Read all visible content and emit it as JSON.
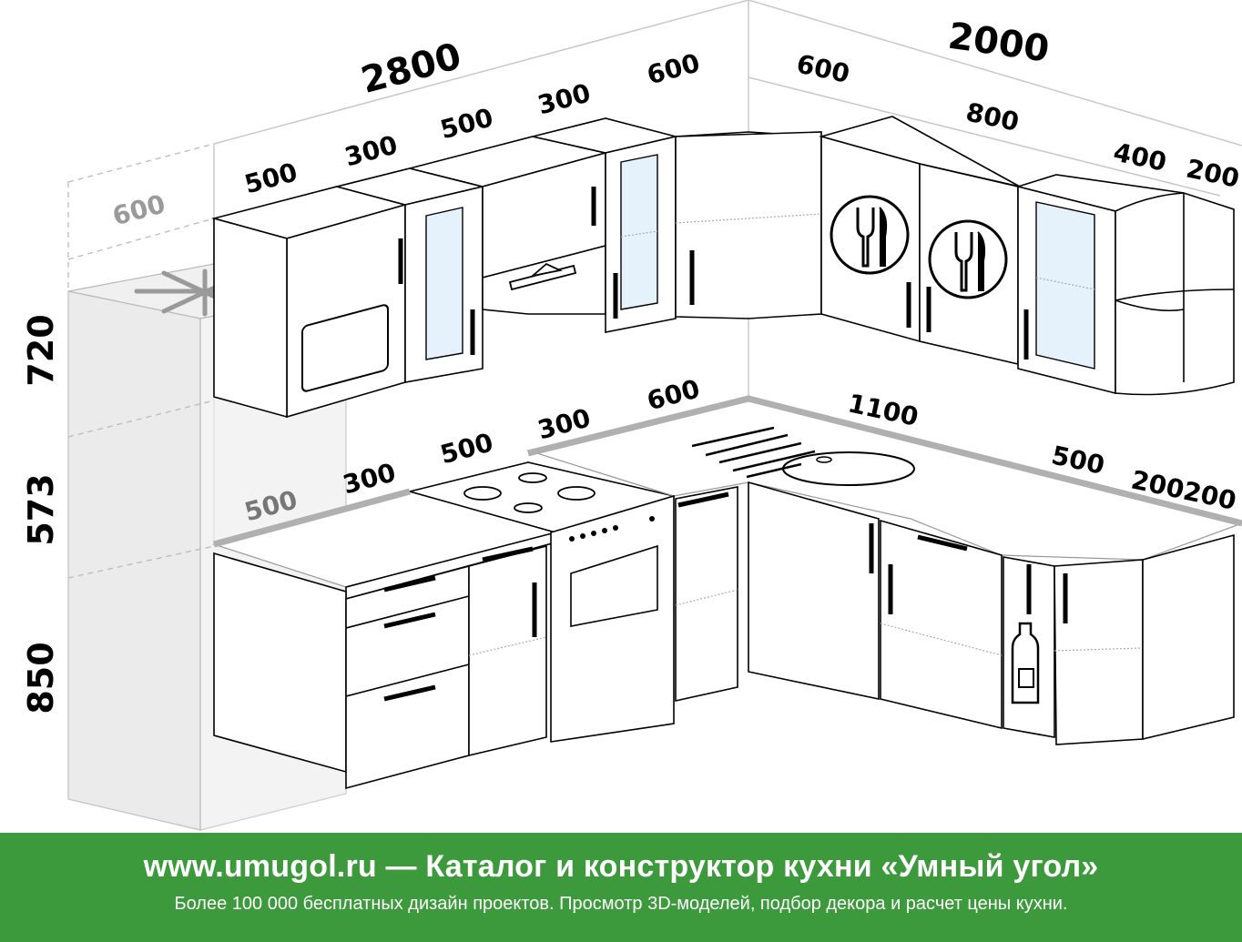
{
  "dimensions": {
    "upper_total": "2800",
    "upper_total_right": "2000",
    "upper_left": [
      "500",
      "300",
      "500",
      "300",
      "600"
    ],
    "upper_right": [
      "600",
      "800",
      "400",
      "200"
    ],
    "fridge_depth": "600",
    "heights": [
      "720",
      "573",
      "850"
    ],
    "counter_left": [
      "500",
      "300",
      "500",
      "300",
      "600"
    ],
    "counter_right": [
      "1100",
      "500",
      "200200"
    ]
  },
  "colors": {
    "footer_bg": "#3c9a3c",
    "glass": "#e6f2fb",
    "counter_edge": "#b0b0b0"
  },
  "icons": [
    "snowflake-icon",
    "microwave-icon",
    "range-hood-icon",
    "cutlery-icon",
    "bottle-icon",
    "stove-burner-icon",
    "sink-icon"
  ],
  "footer": {
    "headline": "www.umugol.ru — Каталог и конструктор кухни «Умный угол»",
    "subline": "Более 100 000 бесплатных дизайн проектов. Просмотр 3D-моделей, подбор декора и расчет цены кухни."
  }
}
